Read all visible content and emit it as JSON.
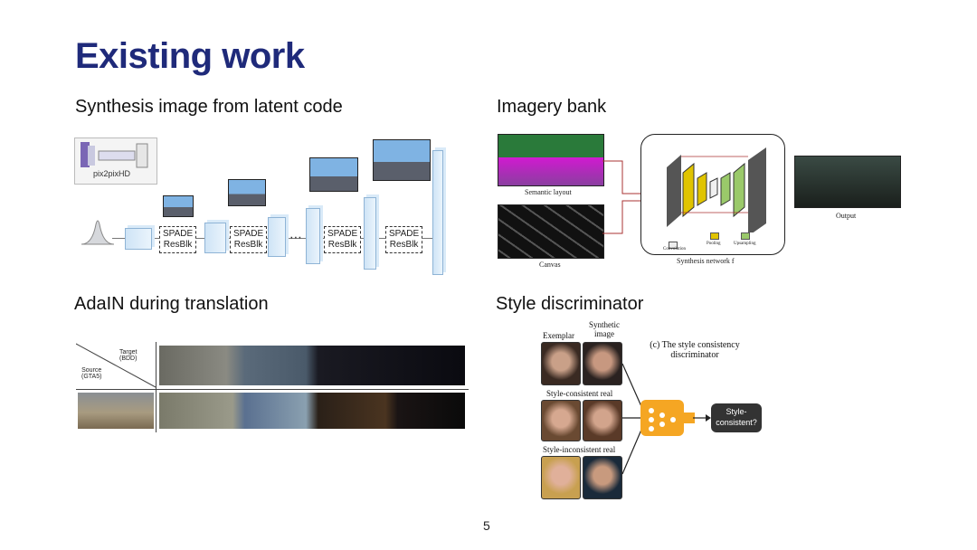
{
  "slide": {
    "title": "Existing work",
    "page_number": "5"
  },
  "sections": {
    "synthesis": {
      "heading": "Synthesis image from latent code",
      "pix2pix_label": "pix2pixHD",
      "spade_line1": "SPADE",
      "spade_line2": "ResBlk"
    },
    "imagery_bank": {
      "heading": "Imagery bank",
      "semantic_layout": "Semantic layout",
      "canvas": "Canvas",
      "output": "Output",
      "synthesis_network": "Synthesis network f",
      "legend_convolution": "Convolution",
      "legend_pooling": "Pooling",
      "legend_upsampling": "Upsampling"
    },
    "adain": {
      "heading": "AdaIN during translation",
      "target_label": "Target",
      "target_sub": "(BDD)",
      "source_label": "Source",
      "source_sub": "(GTA5)"
    },
    "style_discriminator": {
      "heading": "Style discriminator",
      "exemplar": "Exemplar",
      "synthetic_line1": "Synthetic",
      "synthetic_line2": "image",
      "caption_line1": "(c) The style consistency",
      "caption_line2": "discriminator",
      "consistent_real": "Style-consistent real",
      "inconsistent_real": "Style-inconsistent real",
      "output_line1": "Style-",
      "output_line2": "consistent?"
    }
  },
  "colors": {
    "title": "#1f2a7a",
    "discriminator": "#f5a623",
    "output_box": "#333333"
  }
}
